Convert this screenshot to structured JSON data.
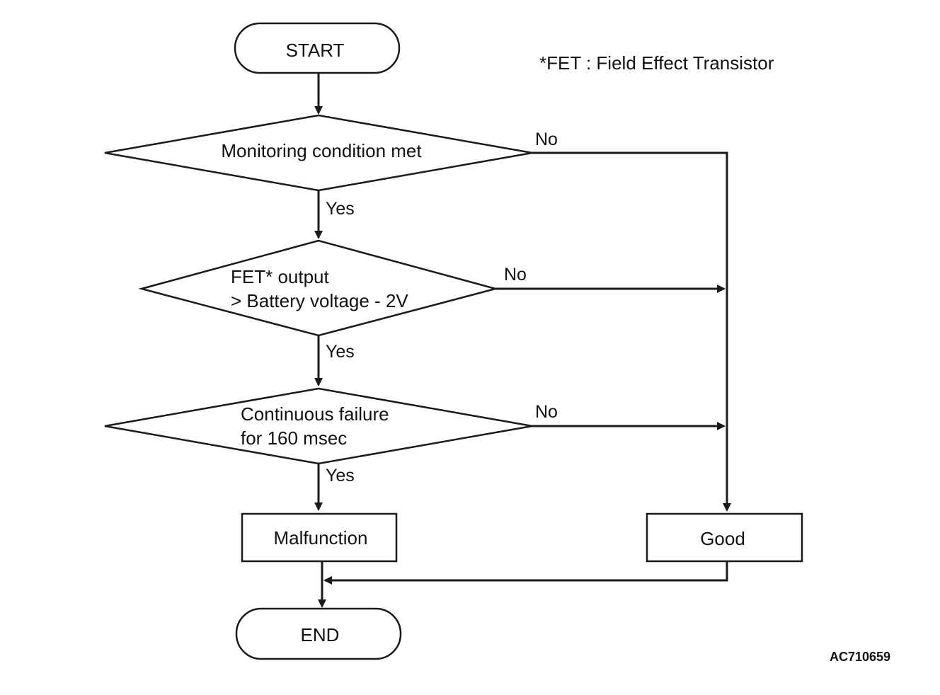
{
  "footnote": "*FET : Field Effect Transistor",
  "figure_code": "AC710659",
  "nodes": {
    "start": "START",
    "decision1": [
      "Monitoring condition met"
    ],
    "decision2": [
      "FET* output",
      "> Battery voltage - 2V"
    ],
    "decision3": [
      "Continuous failure",
      "for 160 msec"
    ],
    "malfunction": "Malfunction",
    "good": "Good",
    "end": "END"
  },
  "edges": {
    "yes": "Yes",
    "no": "No"
  }
}
